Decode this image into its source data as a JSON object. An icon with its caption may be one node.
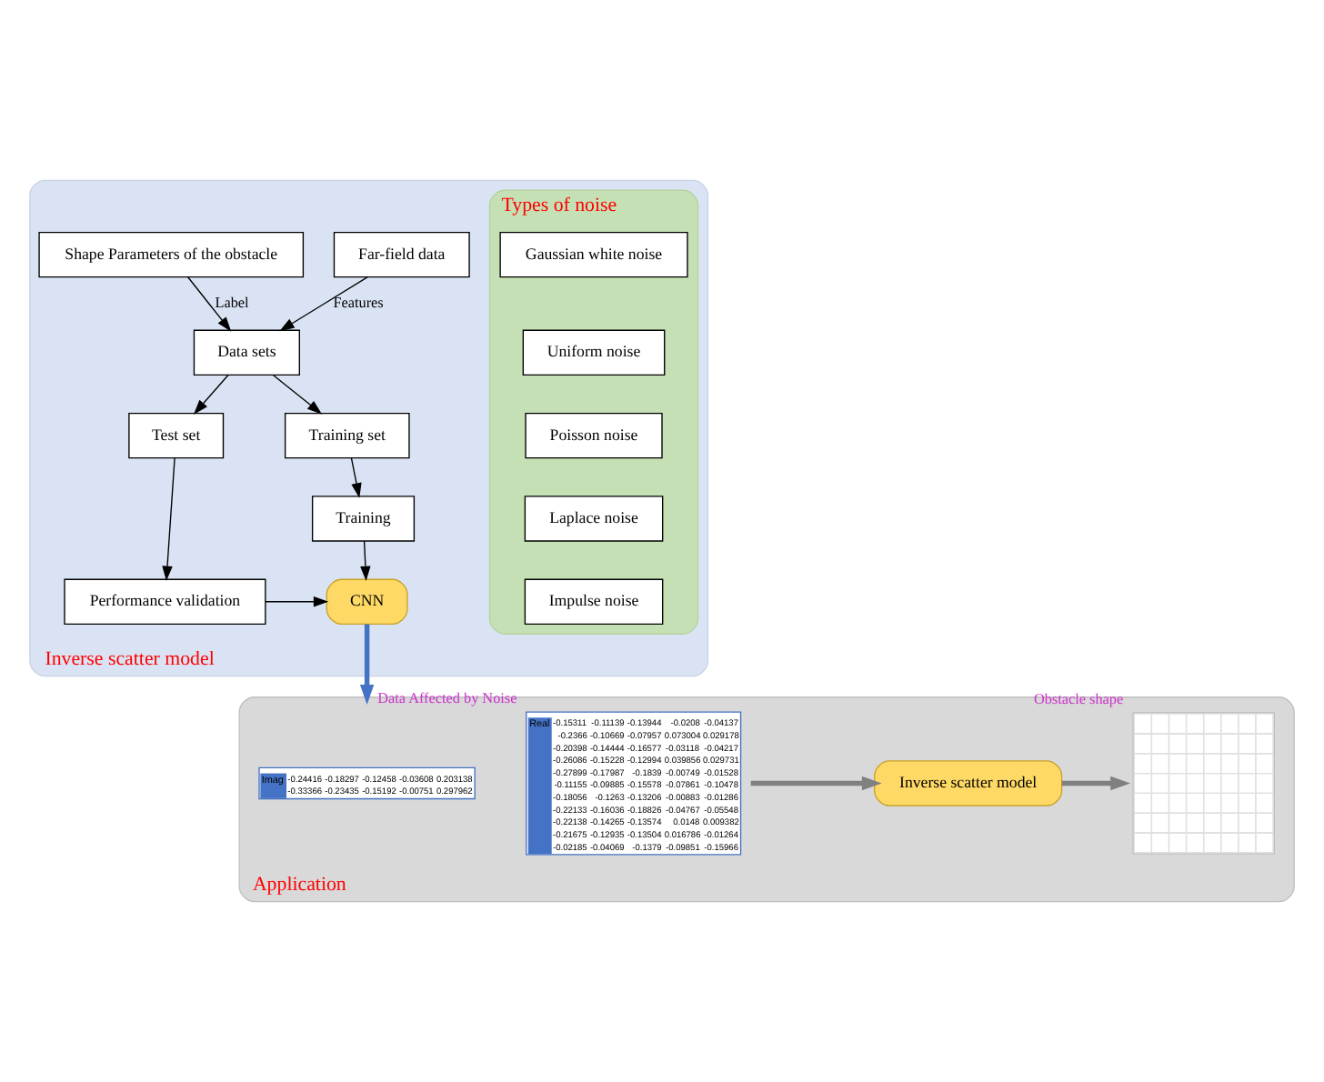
{
  "diagram": {
    "nodes": [
      {
        "text": [
          "Inverse scatter model"
        ]
      },
      {
        "text": [
          "Types of noise"
        ],
        "in": 0
      },
      {
        "text": [
          "Gaussian white noise"
        ],
        "in": 1
      },
      {
        "text": [
          "Uniform noise"
        ],
        "in": 1
      },
      {
        "text": [
          "Poisson noise"
        ],
        "in": 1
      },
      {
        "text": [
          "Laplace noise"
        ],
        "in": 1
      },
      {
        "text": [
          "Impulse noise"
        ],
        "in": 1
      },
      {
        "text": [
          "Far-field data"
        ],
        "in": 0
      },
      {
        "text": [
          "Shape Parameters of the obstacle"
        ],
        "in": 0
      },
      {
        "text": [
          "Data sets"
        ],
        "in": 0
      },
      {
        "text": [
          "Training set"
        ],
        "in": 0
      },
      {
        "text": [
          "Test set"
        ],
        "in": 0
      },
      {
        "text": [
          "Training"
        ],
        "in": 0
      },
      {
        "text": [
          "CNN"
        ],
        "in": 0
      },
      {
        "text": [
          "Performance validation"
        ],
        "in": 0
      },
      {
        "text": [
          "Application"
        ]
      },
      {
        "text": [
          "Imag",
          "-0.24416 -0.18297 -0.12458 -0.03608 0.203138",
          "-0.33366 -0.23435 -0.15192 -0.00751 0.297962"
        ],
        "in": 15
      },
      {
        "text": [
          "Real",
          "-0.15311 -0.11139 -0.13944 -0.0208 -0.04137",
          "-0.2366 -0.10669 -0.07957 0.073004 0.029178",
          "-0.20398 -0.14444 -0.16577 -0.03118 -0.04217",
          "-0.26086 -0.15228 -0.12994 0.039856 0.029731",
          "-0.27899 -0.17987 -0.1839 -0.00749 -0.01528",
          "-0.11155 -0.09885 -0.15578 -0.07861 -0.10478",
          "-0.18056 -0.1263 -0.13206 -0.00883 -0.01286",
          "-0.22133 -0.16036 -0.18826 -0.04767 -0.05548",
          "-0.22138 -0.14265 -0.13574 0.0148 0.009382",
          "-0.21675 -0.12935 -0.13504 0.016786 -0.01264",
          "-0.02185 -0.04069 -0.1379 -0.09851 -0.15966"
        ],
        "in": 15,
        "beside": [
          "Data Affected by Noise"
        ]
      },
      {
        "text": [
          "Inverse scatter model"
        ],
        "in": 15
      },
      {
        "text": [],
        "shape": "box",
        "in": 15,
        "beside": [
          "Obstacle shape"
        ]
      }
    ],
    "edges": [
      {
        "from": 7,
        "to": 9,
        "arrow": "to",
        "label": "Features"
      },
      {
        "from": 8,
        "to": 9,
        "arrow": "to",
        "label": "Label"
      },
      {
        "from": 9,
        "to": 10,
        "arrow": "to"
      },
      {
        "from": 9,
        "to": 11,
        "arrow": "to"
      },
      {
        "from": 10,
        "to": 12,
        "arrow": "to"
      },
      {
        "from": 12,
        "to": 13,
        "arrow": "to"
      },
      {
        "from": 11,
        "to": 14,
        "arrow": "to"
      },
      {
        "from": 14,
        "to": 13,
        "arrow": "to"
      },
      {
        "from": 13,
        "to": 15,
        "arrow": "to",
        "style": "thick",
        "color": "#4472c4"
      },
      {
        "from": 17,
        "to": 18,
        "arrow": "to",
        "style": "thick",
        "color": "#808080"
      },
      {
        "from": 18,
        "to": 19,
        "arrow": "to",
        "style": "thick",
        "color": "#808080"
      }
    ]
  }
}
